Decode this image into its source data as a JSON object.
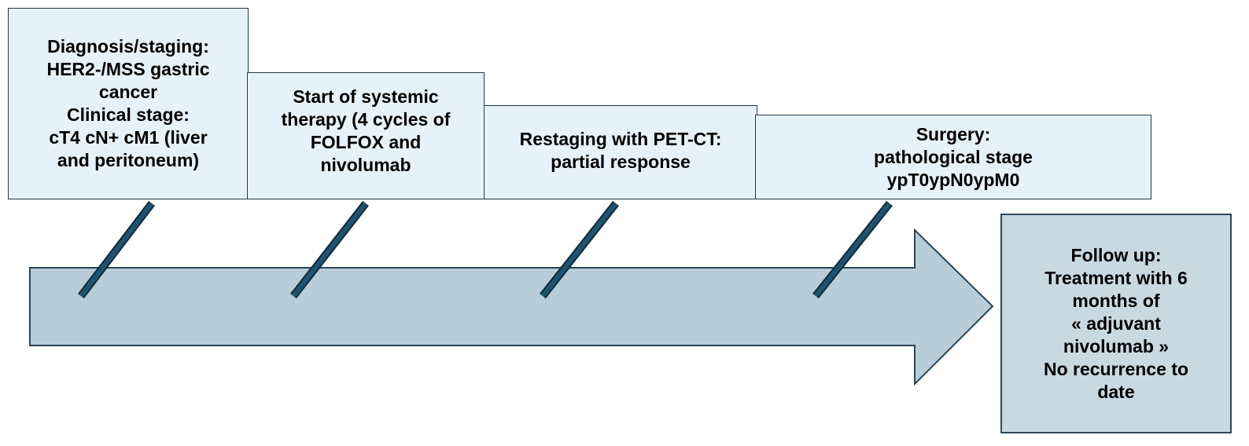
{
  "colors": {
    "arrow_fill": "#b8cdd8",
    "arrow_stroke": "#2b4454",
    "connector": "#1e5470",
    "connector_outline": "#102a3a",
    "box_fill_light": "#e6f2fa",
    "box_fill_dark": "#c9d9e2",
    "box_border": "#1f3a4d",
    "text": "#000000"
  },
  "events": [
    {
      "id": "diagnosis",
      "lines": [
        "Diagnosis/staging:",
        "HER2-/MSS gastric",
        "cancer",
        "Clinical stage:",
        "cT4 cN+ cM1 (liver",
        "and peritoneum)"
      ]
    },
    {
      "id": "systemic-therapy",
      "lines": [
        "Start of systemic",
        "therapy (4 cycles of",
        "FOLFOX and",
        "nivolumab"
      ]
    },
    {
      "id": "restaging",
      "lines": [
        "Restaging with PET-CT:",
        "partial response"
      ]
    },
    {
      "id": "surgery",
      "lines": [
        "Surgery:",
        "pathological stage",
        "ypT0ypN0ypM0"
      ]
    }
  ],
  "followup": {
    "lines": [
      "Follow up:",
      "Treatment with 6",
      "months of",
      "« adjuvant",
      "nivolumab »",
      "No recurrence to",
      "date"
    ]
  }
}
